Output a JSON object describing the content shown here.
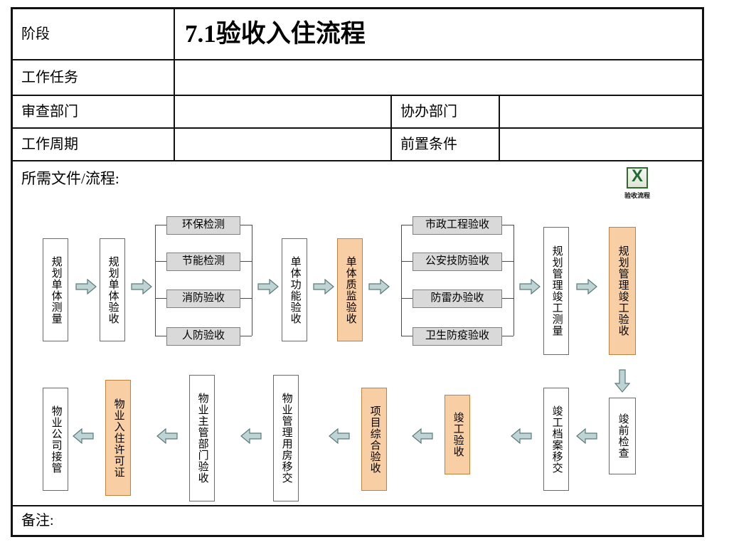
{
  "table": {
    "rows": [
      {
        "label": "阶段",
        "value": "7.1验收入住流程"
      },
      {
        "label": "工作任务",
        "value": ""
      },
      {
        "label": "审查部门",
        "value": "",
        "label2": "协办部门",
        "value2": ""
      },
      {
        "label": "工作周期",
        "value": "",
        "label2": "前置条件",
        "value2": ""
      }
    ],
    "docs_label": "所需文件/流程:",
    "remark_label": "备注:"
  },
  "attachment": {
    "icon": "excel-icon",
    "caption": "验收流程"
  },
  "colors": {
    "orange_fill": "#f8cfa4",
    "orange_border": "#c08040",
    "gray_fill": "#d9d9d9",
    "gray_border": "#7f7f7f",
    "arrow_fill": "#bed4d4",
    "arrow_border": "#5a7a7a",
    "box_border": "#6a6a6a",
    "table_border": "#111111"
  },
  "flow": {
    "row1": [
      {
        "id": "n1",
        "text": "规划单体测量",
        "style": "white"
      },
      {
        "id": "n2",
        "text": "规划单体验收",
        "style": "white"
      },
      {
        "id": "g1a",
        "text": "环保检测",
        "style": "gray"
      },
      {
        "id": "g1b",
        "text": "节能检测",
        "style": "gray"
      },
      {
        "id": "g1c",
        "text": "消防验收",
        "style": "gray"
      },
      {
        "id": "g1d",
        "text": "人防验收",
        "style": "gray"
      },
      {
        "id": "n3",
        "text": "单体功能验收",
        "style": "white"
      },
      {
        "id": "n4",
        "text": "单体质监验收",
        "style": "orange"
      },
      {
        "id": "g2a",
        "text": "市政工程验收",
        "style": "gray"
      },
      {
        "id": "g2b",
        "text": "公安技防验收",
        "style": "gray"
      },
      {
        "id": "g2c",
        "text": "防雷办验收",
        "style": "gray"
      },
      {
        "id": "g2d",
        "text": "卫生防疫验收",
        "style": "gray"
      },
      {
        "id": "n5",
        "text": "规划管理竣工测量",
        "style": "white"
      },
      {
        "id": "n6",
        "text": "规划管理竣工验收",
        "style": "orange"
      }
    ],
    "row2": [
      {
        "id": "m1",
        "text": "物业公司接管",
        "style": "white"
      },
      {
        "id": "m2",
        "text": "物业入住许可证",
        "style": "orange"
      },
      {
        "id": "m3",
        "text": "物业主管部门验收",
        "style": "white"
      },
      {
        "id": "m4",
        "text": "物业管理用房移交",
        "style": "white"
      },
      {
        "id": "m5",
        "text": "项目综合验收",
        "style": "orange"
      },
      {
        "id": "m6",
        "text": "竣工验收",
        "style": "orange"
      },
      {
        "id": "m7",
        "text": "竣工档案移交",
        "style": "white"
      },
      {
        "id": "m8",
        "text": "竣前检查",
        "style": "white"
      }
    ],
    "arrows": {
      "right_count": 6,
      "left_count": 7,
      "down_count": 1
    }
  }
}
